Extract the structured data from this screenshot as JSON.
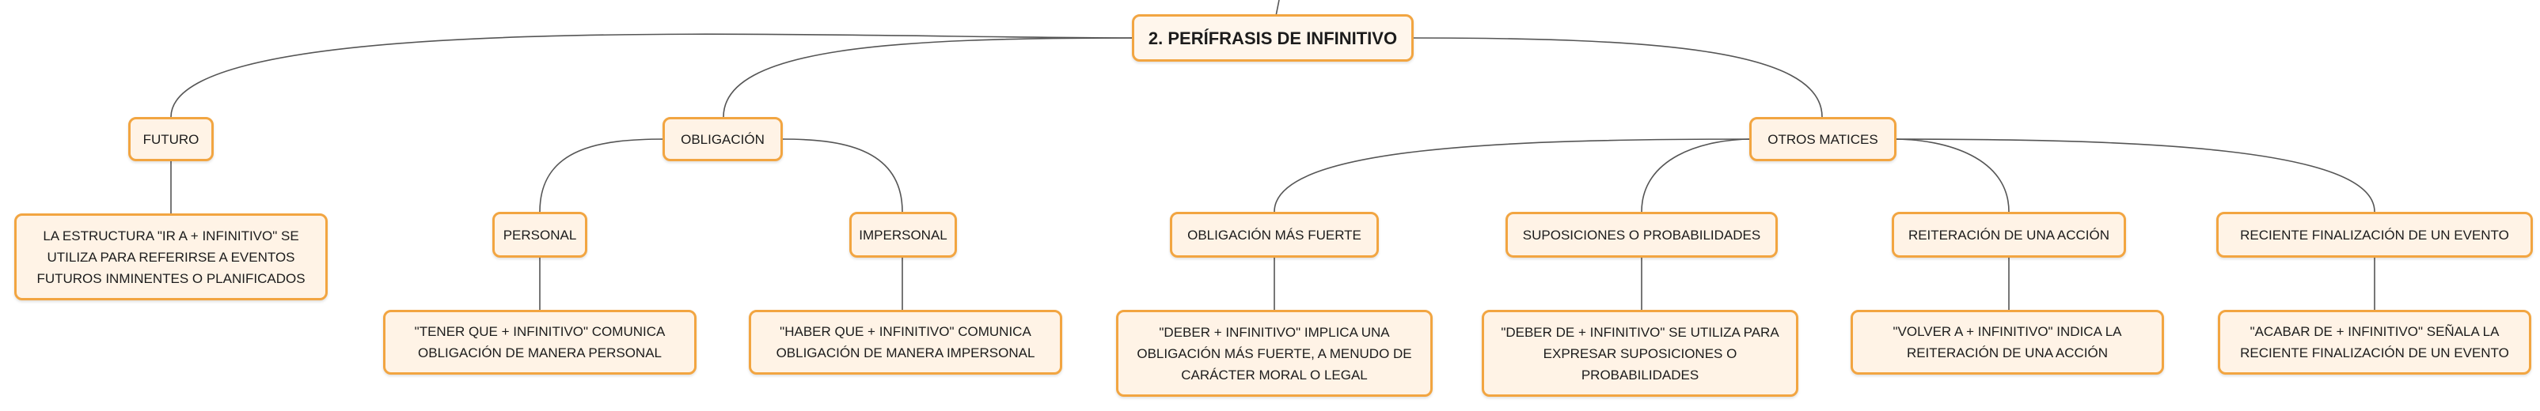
{
  "root": {
    "label": "2. PERÍFRASIS DE INFINITIVO"
  },
  "branches": {
    "futuro": {
      "label": "FUTURO"
    },
    "obligacion": {
      "label": "OBLIGACIÓN"
    },
    "otros": {
      "label": "OTROS MATICES"
    }
  },
  "subtopics": {
    "personal": {
      "label": "PERSONAL"
    },
    "impersonal": {
      "label": "IMPERSONAL"
    },
    "fuerte": {
      "label": "OBLIGACIÓN MÁS FUERTE"
    },
    "suposiciones": {
      "label": "SUPOSICIONES O PROBABILIDADES"
    },
    "reiteracion": {
      "label": "REITERACIÓN DE UNA ACCIÓN"
    },
    "reciente": {
      "label": "RECIENTE FINALIZACIÓN DE UN EVENTO"
    }
  },
  "details": {
    "futuro": "LA ESTRUCTURA \"IR A + INFINITIVO\" SE UTILIZA PARA REFERIRSE A EVENTOS FUTUROS INMINENTES O PLANIFICADOS",
    "personal": "\"TENER QUE + INFINITIVO\" COMUNICA OBLIGACIÓN DE MANERA PERSONAL",
    "impersonal": "\"HABER QUE + INFINITIVO\" COMUNICA OBLIGACIÓN DE MANERA IMPERSONAL",
    "fuerte": "\"DEBER + INFINITIVO\" IMPLICA UNA OBLIGACIÓN MÁS FUERTE, A MENUDO DE CARÁCTER MORAL O LEGAL",
    "suposiciones": "\"DEBER DE + INFINITIVO\" SE UTILIZA PARA EXPRESAR SUPOSICIONES O PROBABILIDADES",
    "reiteracion": "\"VOLVER A + INFINITIVO\" INDICA LA REITERACIÓN DE UNA ACCIÓN",
    "reciente": "\"ACABAR DE + INFINITIVO\" SEÑALA LA RECIENTE FINALIZACIÓN DE UN EVENTO"
  },
  "colors": {
    "node_border": "#f2a541",
    "node_fill": "#fff3e6",
    "connector": "#555555"
  }
}
